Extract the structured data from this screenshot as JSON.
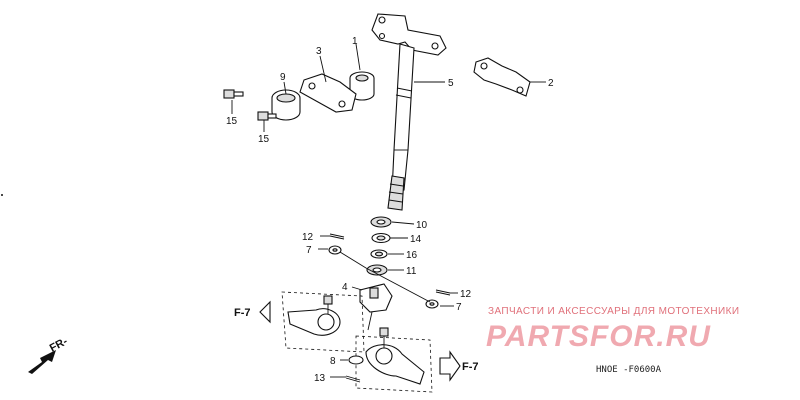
{
  "callouts": [
    "1",
    "2",
    "3",
    "5",
    "9",
    "15",
    "15",
    "10",
    "14",
    "16",
    "11",
    "12",
    "7",
    "4",
    "12",
    "7",
    "8",
    "13"
  ],
  "frame_refs": [
    "F-7",
    "F-7"
  ],
  "front_label": "FR-",
  "diagram_code": "HNOE -F0600A",
  "watermark": {
    "tagline": "ЗАПЧАСТИ И АКСЕССУАРЫ ДЛЯ МОТОТЕХНИКИ",
    "site": "PARTSFOR.RU"
  }
}
